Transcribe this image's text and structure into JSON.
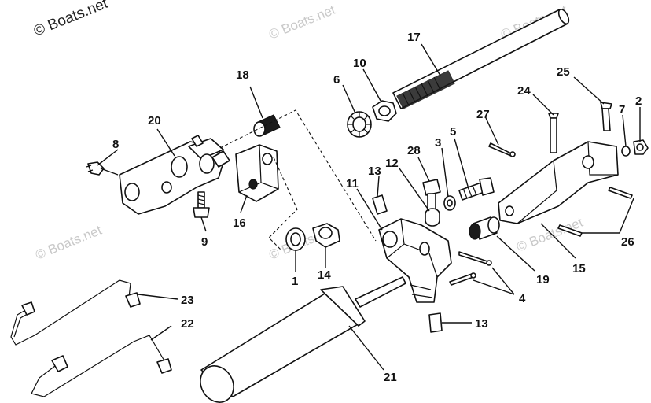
{
  "watermark": {
    "primary": "© Boats.net",
    "repeat": "© Boats.net"
  },
  "callouts": [
    {
      "id": "callout-1",
      "text": "1"
    },
    {
      "id": "callout-2",
      "text": "2"
    },
    {
      "id": "callout-3",
      "text": "3"
    },
    {
      "id": "callout-4",
      "text": "4"
    },
    {
      "id": "callout-5",
      "text": "5"
    },
    {
      "id": "callout-6",
      "text": "6"
    },
    {
      "id": "callout-7",
      "text": "7"
    },
    {
      "id": "callout-8",
      "text": "8"
    },
    {
      "id": "callout-9",
      "text": "9"
    },
    {
      "id": "callout-10",
      "text": "10"
    },
    {
      "id": "callout-11",
      "text": "11"
    },
    {
      "id": "callout-12",
      "text": "12"
    },
    {
      "id": "callout-13a",
      "text": "13"
    },
    {
      "id": "callout-13b",
      "text": "13"
    },
    {
      "id": "callout-14",
      "text": "14"
    },
    {
      "id": "callout-15",
      "text": "15"
    },
    {
      "id": "callout-16",
      "text": "16"
    },
    {
      "id": "callout-17",
      "text": "17"
    },
    {
      "id": "callout-18",
      "text": "18"
    },
    {
      "id": "callout-19",
      "text": "19"
    },
    {
      "id": "callout-20",
      "text": "20"
    },
    {
      "id": "callout-21",
      "text": "21"
    },
    {
      "id": "callout-22",
      "text": "22"
    },
    {
      "id": "callout-23",
      "text": "23"
    },
    {
      "id": "callout-24",
      "text": "24"
    },
    {
      "id": "callout-25",
      "text": "25"
    },
    {
      "id": "callout-26",
      "text": "26"
    },
    {
      "id": "callout-27",
      "text": "27"
    },
    {
      "id": "callout-28",
      "text": "28"
    }
  ]
}
